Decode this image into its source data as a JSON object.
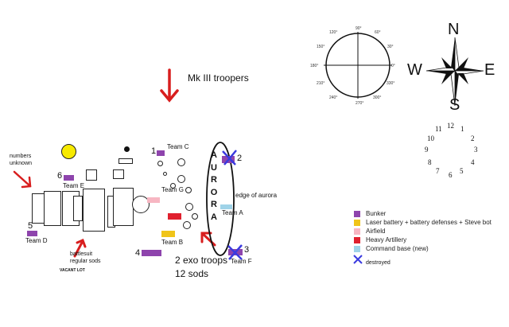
{
  "colors": {
    "bunker": "#8e44ad",
    "laser": "#f0c419",
    "airfield": "#f7b6c2",
    "artillery": "#e0202e",
    "command": "#9fd3e8",
    "destroyed": "#3a3adf",
    "arrow": "#d81e1e",
    "yellow_circle": "#f7ea00"
  },
  "labels": {
    "mk3": "Mk III troopers",
    "numbers_unknown_1": "numbers",
    "numbers_unknown_2": "unknown",
    "battlesuit_1": "battlesuit",
    "battlesuit_2": "regular sods",
    "vacant_lot": "VACANT LOT",
    "exo_1": "2 exo troops",
    "exo_2": "12 sods",
    "edge": "edge of aurora",
    "aurora": [
      "A",
      "U",
      "R",
      "O",
      "R",
      "A"
    ]
  },
  "teams": {
    "a": "Team A",
    "b": "Team B",
    "c": "Team C",
    "d": "Team D",
    "e": "Team E",
    "f": "Team F",
    "g": "Team G"
  },
  "numbers": {
    "n1": "1",
    "n2": "2",
    "n3": "3",
    "n4": "4",
    "n5": "5",
    "n6": "6"
  },
  "legend": [
    {
      "color": "#8e44ad",
      "label": "Bunker"
    },
    {
      "color": "#f0c419",
      "label": "Laser battery + battery defenses + Steve bot"
    },
    {
      "color": "#f7b6c2",
      "label": "Airfield"
    },
    {
      "color": "#e0202e",
      "label": "Heavy Artillery"
    },
    {
      "color": "#9fd3e8",
      "label": "Command base (new)"
    }
  ],
  "legend_destroyed": "destroyed",
  "compass": {
    "n": "N",
    "s": "S",
    "e": "E",
    "w": "W"
  },
  "degrees": {
    "d0": "0°",
    "d30": "30°",
    "d60": "60°",
    "d90": "90°",
    "d120": "120°",
    "d150": "150°",
    "d180": "180°",
    "d210": "210°",
    "d240": "240°",
    "d270": "270°",
    "d300": "300°",
    "d330": "330°"
  },
  "clock": [
    "12",
    "1",
    "2",
    "3",
    "4",
    "5",
    "6",
    "7",
    "8",
    "9",
    "10",
    "11"
  ]
}
